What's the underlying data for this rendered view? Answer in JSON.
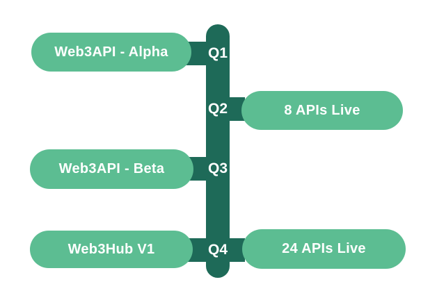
{
  "colors": {
    "pill_green": "#5cbd92",
    "bar_teal": "#1e6a58",
    "label_white": "#ffffff",
    "canvas_bg": "#ffffff"
  },
  "timeline": {
    "type": "roadmap",
    "orientation": "vertical",
    "quarters": [
      {
        "label": "Q1",
        "left_pill": "Web3API - Alpha",
        "right_pill": ""
      },
      {
        "label": "Q2",
        "left_pill": "",
        "right_pill": "8 APIs Live"
      },
      {
        "label": "Q3",
        "left_pill": "Web3API - Beta",
        "right_pill": ""
      },
      {
        "label": "Q4",
        "left_pill": "Web3Hub V1",
        "right_pill": "24 APIs Live"
      }
    ]
  }
}
